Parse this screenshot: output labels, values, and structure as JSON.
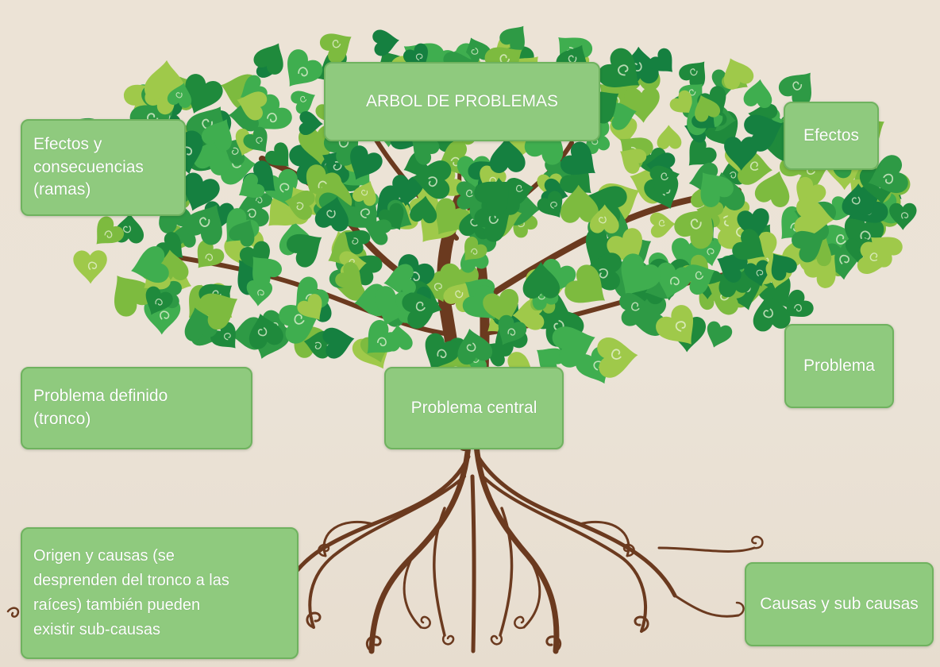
{
  "diagram": {
    "title": "ARBOL DE PROBLEMAS",
    "left_labels": {
      "effects": "Efectos y\nconsecuencias\n(ramas)",
      "trunk": "Problema definido\n(tronco)",
      "roots": "Origen y causas (se\ndesprenden del tronco a las\nraíces) también pueden\nexistir sub-causas"
    },
    "right_labels": {
      "effects": "Efectos",
      "problem": "Problema",
      "causes": "Causas y sub causas"
    },
    "center_label": "Problema central"
  },
  "colors": {
    "background": "#ebe3d7",
    "label_fill": "#8fca7e",
    "label_border": "#6fb25f",
    "label_text": "#ffffff",
    "trunk": "#6b3a1f",
    "leaf_dark": "#1f8a3c",
    "leaf_mid": "#3fae4f",
    "leaf_light": "#9fc94a"
  }
}
